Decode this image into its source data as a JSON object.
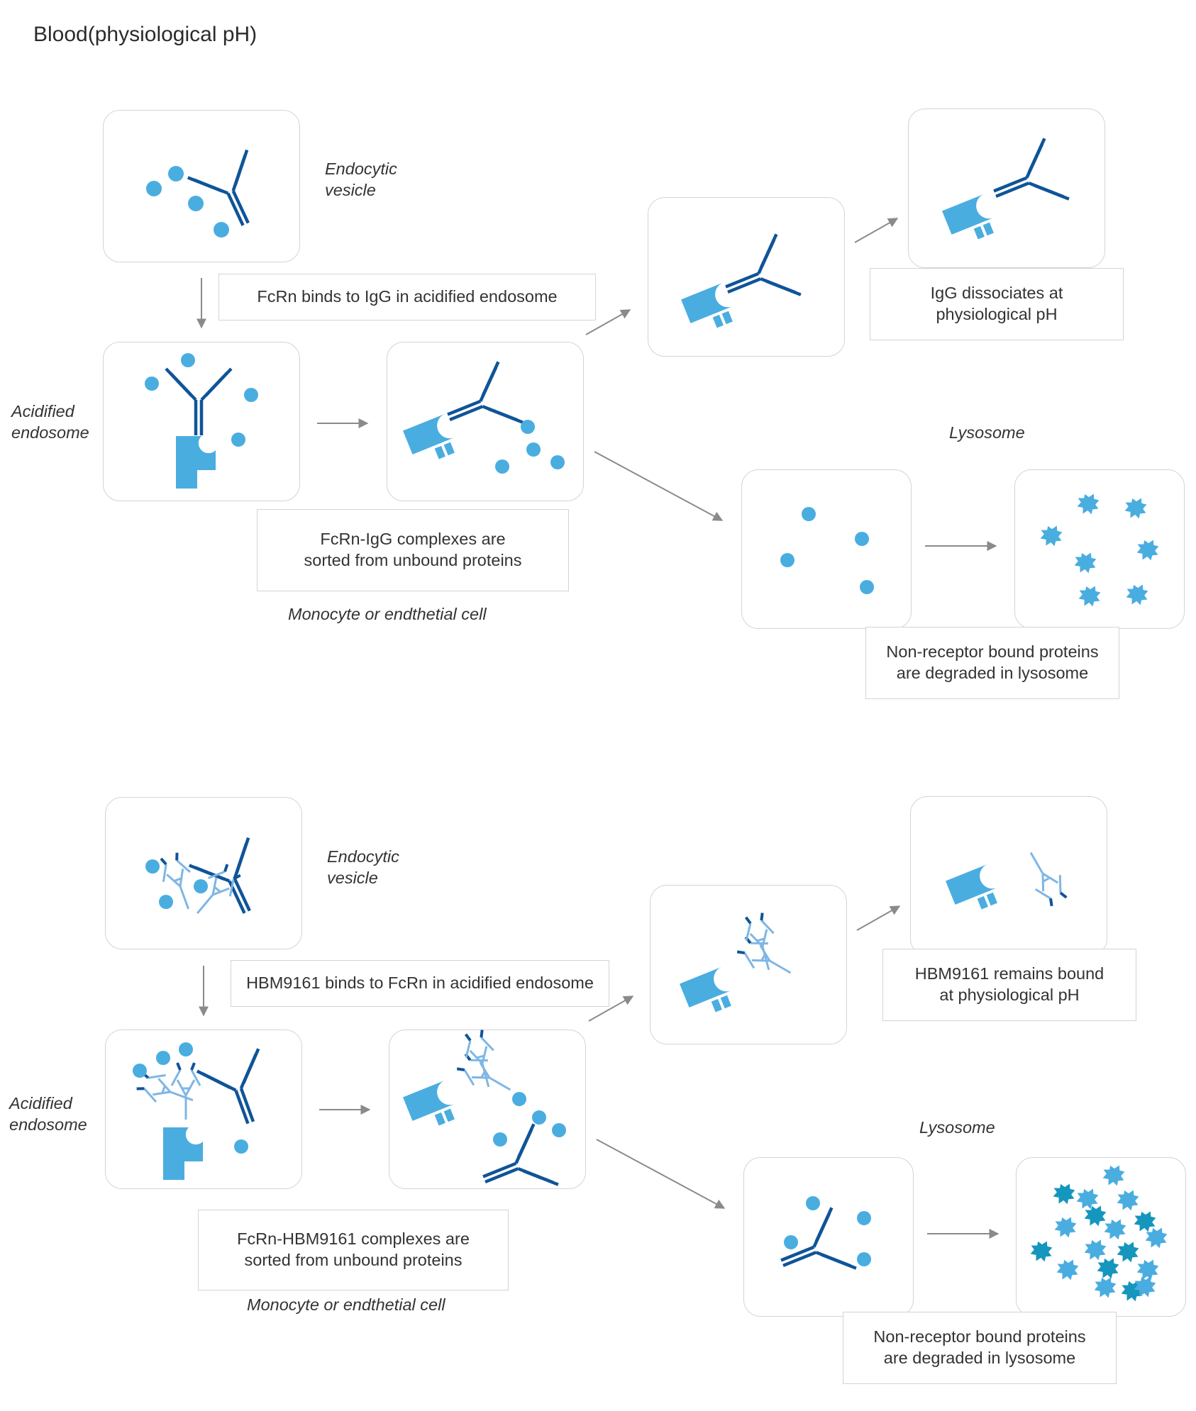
{
  "title": "Blood(physiological pH)",
  "colors": {
    "igg": "#0f5498",
    "fcrn": "#4aade0",
    "protein": "#4aade0",
    "hbm9161": "#7fb6e4",
    "hbm9161_tip": "#0f5498",
    "degraded": "#4aade0",
    "degraded_dark": "#1596bd",
    "arrow": "#8a8a8a",
    "box_border": "#d4d4d4",
    "text": "#333333"
  },
  "panel_top": {
    "label_endocytic": "Endocytic vesicle",
    "label_acidified": "Acidified endosome",
    "caption_binds": "FcRn binds to IgG in acidified endosome",
    "caption_sorted": "FcRn-IgG complexes are sorted from unbound proteins",
    "label_cell": "Monocyte or endthetial cell",
    "caption_dissociates": "IgG dissociates at physiological pH",
    "label_lysosome": "Lysosome",
    "caption_degraded": "Non-receptor bound proteins are degraded in lysosome"
  },
  "panel_bottom": {
    "label_endocytic": "Endocytic vesicle",
    "label_acidified": "Acidified endosome",
    "caption_binds": "HBM9161 binds to FcRn in acidified endosome",
    "caption_sorted": "FcRn-HBM9161 complexes are sorted from unbound proteins",
    "label_cell": "Monocyte or endthetial cell",
    "caption_remains": "HBM9161 remains bound at physiological pH",
    "label_lysosome": "Lysosome",
    "caption_degraded": "Non-receptor bound proteins are degraded in lysosome"
  }
}
